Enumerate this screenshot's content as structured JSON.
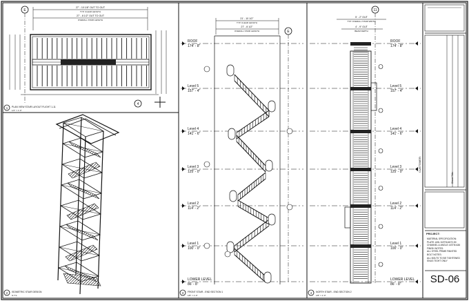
{
  "sheet_number": "SD-06",
  "title_block": {
    "customer_label": "CUSTOMER:",
    "sheet_title_label": "Sheet Title:",
    "project_label": "PROJECT:",
    "notes": [
      "MATERIAL SPECIFICATION:",
      "PLATE: A36 / ASTM A572-50",
      "CHANNEL & ANGLE: ASTM A36",
      "FINISH NOTES:",
      "ALL STEEL PRIME PAINTED",
      "BOLT NOTES:",
      "ALL BOLTS TO BE TIGHTENED",
      "SNUG TIGHT ONLY"
    ]
  },
  "views": {
    "plan": {
      "title": "PLAN VIEW STAIR LAYOUT FLIGHT 1-11",
      "scale": "1/4\" = 1'-0\"",
      "dim_top_1": "27' - 10 1/8\" OUT TO OUT",
      "dim_top_2": "TYP. CLEAR LENGTH",
      "dim_top_3": "27' - 8 1/2\" OUT TO OUT",
      "dim_top_4": "OVERALL STAIR LENGTH",
      "grid_top": "E",
      "grid_bottom": "4"
    },
    "iso": {
      "title": "ISOMETRIC STAIR DESIGN",
      "scale": "N.T.S."
    },
    "front": {
      "title": "FRONT STAIR - END SECTION 1",
      "scale": "1/8\" = 1'-0\"",
      "dim_top_1": "21' - 10 1/2\"",
      "dim_top_2": "TYP. CLEAR LENGTH",
      "dim_top_3": "27' - 8 1/2\"",
      "dim_top_4": "OVERALL STAIR LENGTH",
      "grid_top": "E"
    },
    "side": {
      "title": "NORTH STAIR - END SECTION 2",
      "scale": "1/8\" = 1'-0\"",
      "dim_top_1": "5' - 2\" OUT",
      "dim_top_2": "TYP. OVERALL STAIR WIDTH",
      "dim_top_3": "4' - 9\" OUT",
      "dim_top_4": "BEAM DEPTH",
      "grid_top": "11"
    }
  },
  "levels": [
    {
      "name": "ROOF",
      "elev": "174' - 8\""
    },
    {
      "name": "Level 5",
      "elev": "157' - 4\""
    },
    {
      "name": "Level 4",
      "elev": "141' - 6\""
    },
    {
      "name": "Level 3",
      "elev": "125' - 0\""
    },
    {
      "name": "Level 2",
      "elev": "114' - 2\""
    },
    {
      "name": "Level 1",
      "elev": "100' - 0\""
    },
    {
      "name": "LOWER LEVEL",
      "elev": "86' - 8\""
    }
  ]
}
